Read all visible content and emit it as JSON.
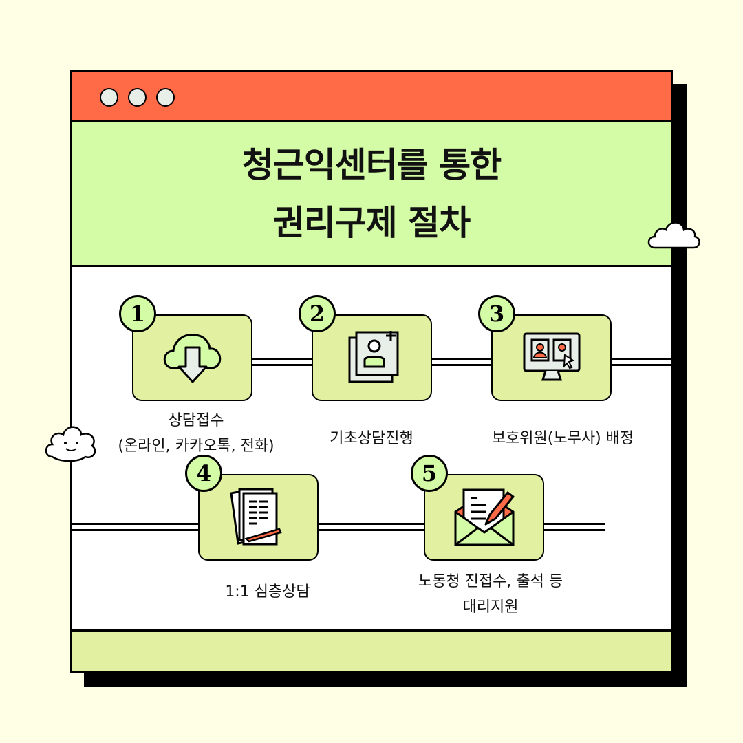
{
  "window": {
    "dots": [
      "dot-1",
      "dot-2",
      "dot-3"
    ]
  },
  "title": {
    "line1": "청근익센터를 통한",
    "line2": "권리구제 절차"
  },
  "steps": [
    {
      "number": "1",
      "icon": "cloud-download-icon",
      "label_lines": [
        "상담접수",
        "(온라인, 카카오톡, 전화)"
      ]
    },
    {
      "number": "2",
      "icon": "add-user-icon",
      "label_lines": [
        "기초상담진행"
      ]
    },
    {
      "number": "3",
      "icon": "video-call-monitor-icon",
      "label_lines": [
        "보호위원(노무사) 배정"
      ]
    },
    {
      "number": "4",
      "icon": "documents-pen-icon",
      "label_lines": [
        "1:1 심층상담"
      ]
    },
    {
      "number": "5",
      "icon": "envelope-letter-pencil-icon",
      "label_lines": [
        "노동청 진접수, 출석 등",
        "대리지원"
      ]
    }
  ],
  "colors": {
    "background": "#ffffe6",
    "titlebar": "#ff6b47",
    "header": "#d4fba6",
    "box": "#e2f0a2",
    "accent": "#ff6b47"
  }
}
